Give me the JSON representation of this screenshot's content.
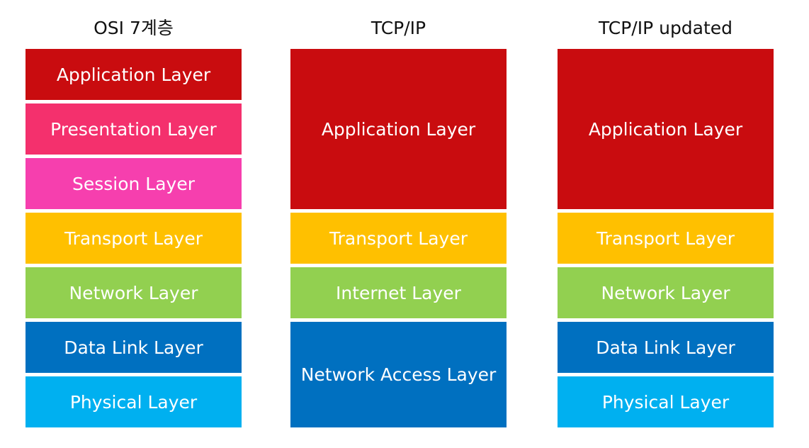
{
  "columns": [
    {
      "title": "OSI 7계층",
      "layers": [
        {
          "label": "Application Layer",
          "color": "#c90c0f"
        },
        {
          "label": "Presentation Layer",
          "color": "#f4306d"
        },
        {
          "label": "Session Layer",
          "color": "#f63fae"
        },
        {
          "label": "Transport Layer",
          "color": "#ffc000"
        },
        {
          "label": "Network Layer",
          "color": "#92d050"
        },
        {
          "label": "Data Link Layer",
          "color": "#0070c0"
        },
        {
          "label": "Physical Layer",
          "color": "#00b0f0"
        }
      ]
    },
    {
      "title": "TCP/IP",
      "layers": [
        {
          "label": "Application Layer",
          "color": "#c90c0f"
        },
        {
          "label": "Transport Layer",
          "color": "#ffc000"
        },
        {
          "label": "Internet Layer",
          "color": "#92d050"
        },
        {
          "label": "Network Access Layer",
          "color": "#0070c0"
        }
      ]
    },
    {
      "title": "TCP/IP updated",
      "layers": [
        {
          "label": "Application Layer",
          "color": "#c90c0f"
        },
        {
          "label": "Transport Layer",
          "color": "#ffc000"
        },
        {
          "label": "Network Layer",
          "color": "#92d050"
        },
        {
          "label": "Data Link Layer",
          "color": "#0070c0"
        },
        {
          "label": "Physical Layer",
          "color": "#00b0f0"
        }
      ]
    }
  ]
}
